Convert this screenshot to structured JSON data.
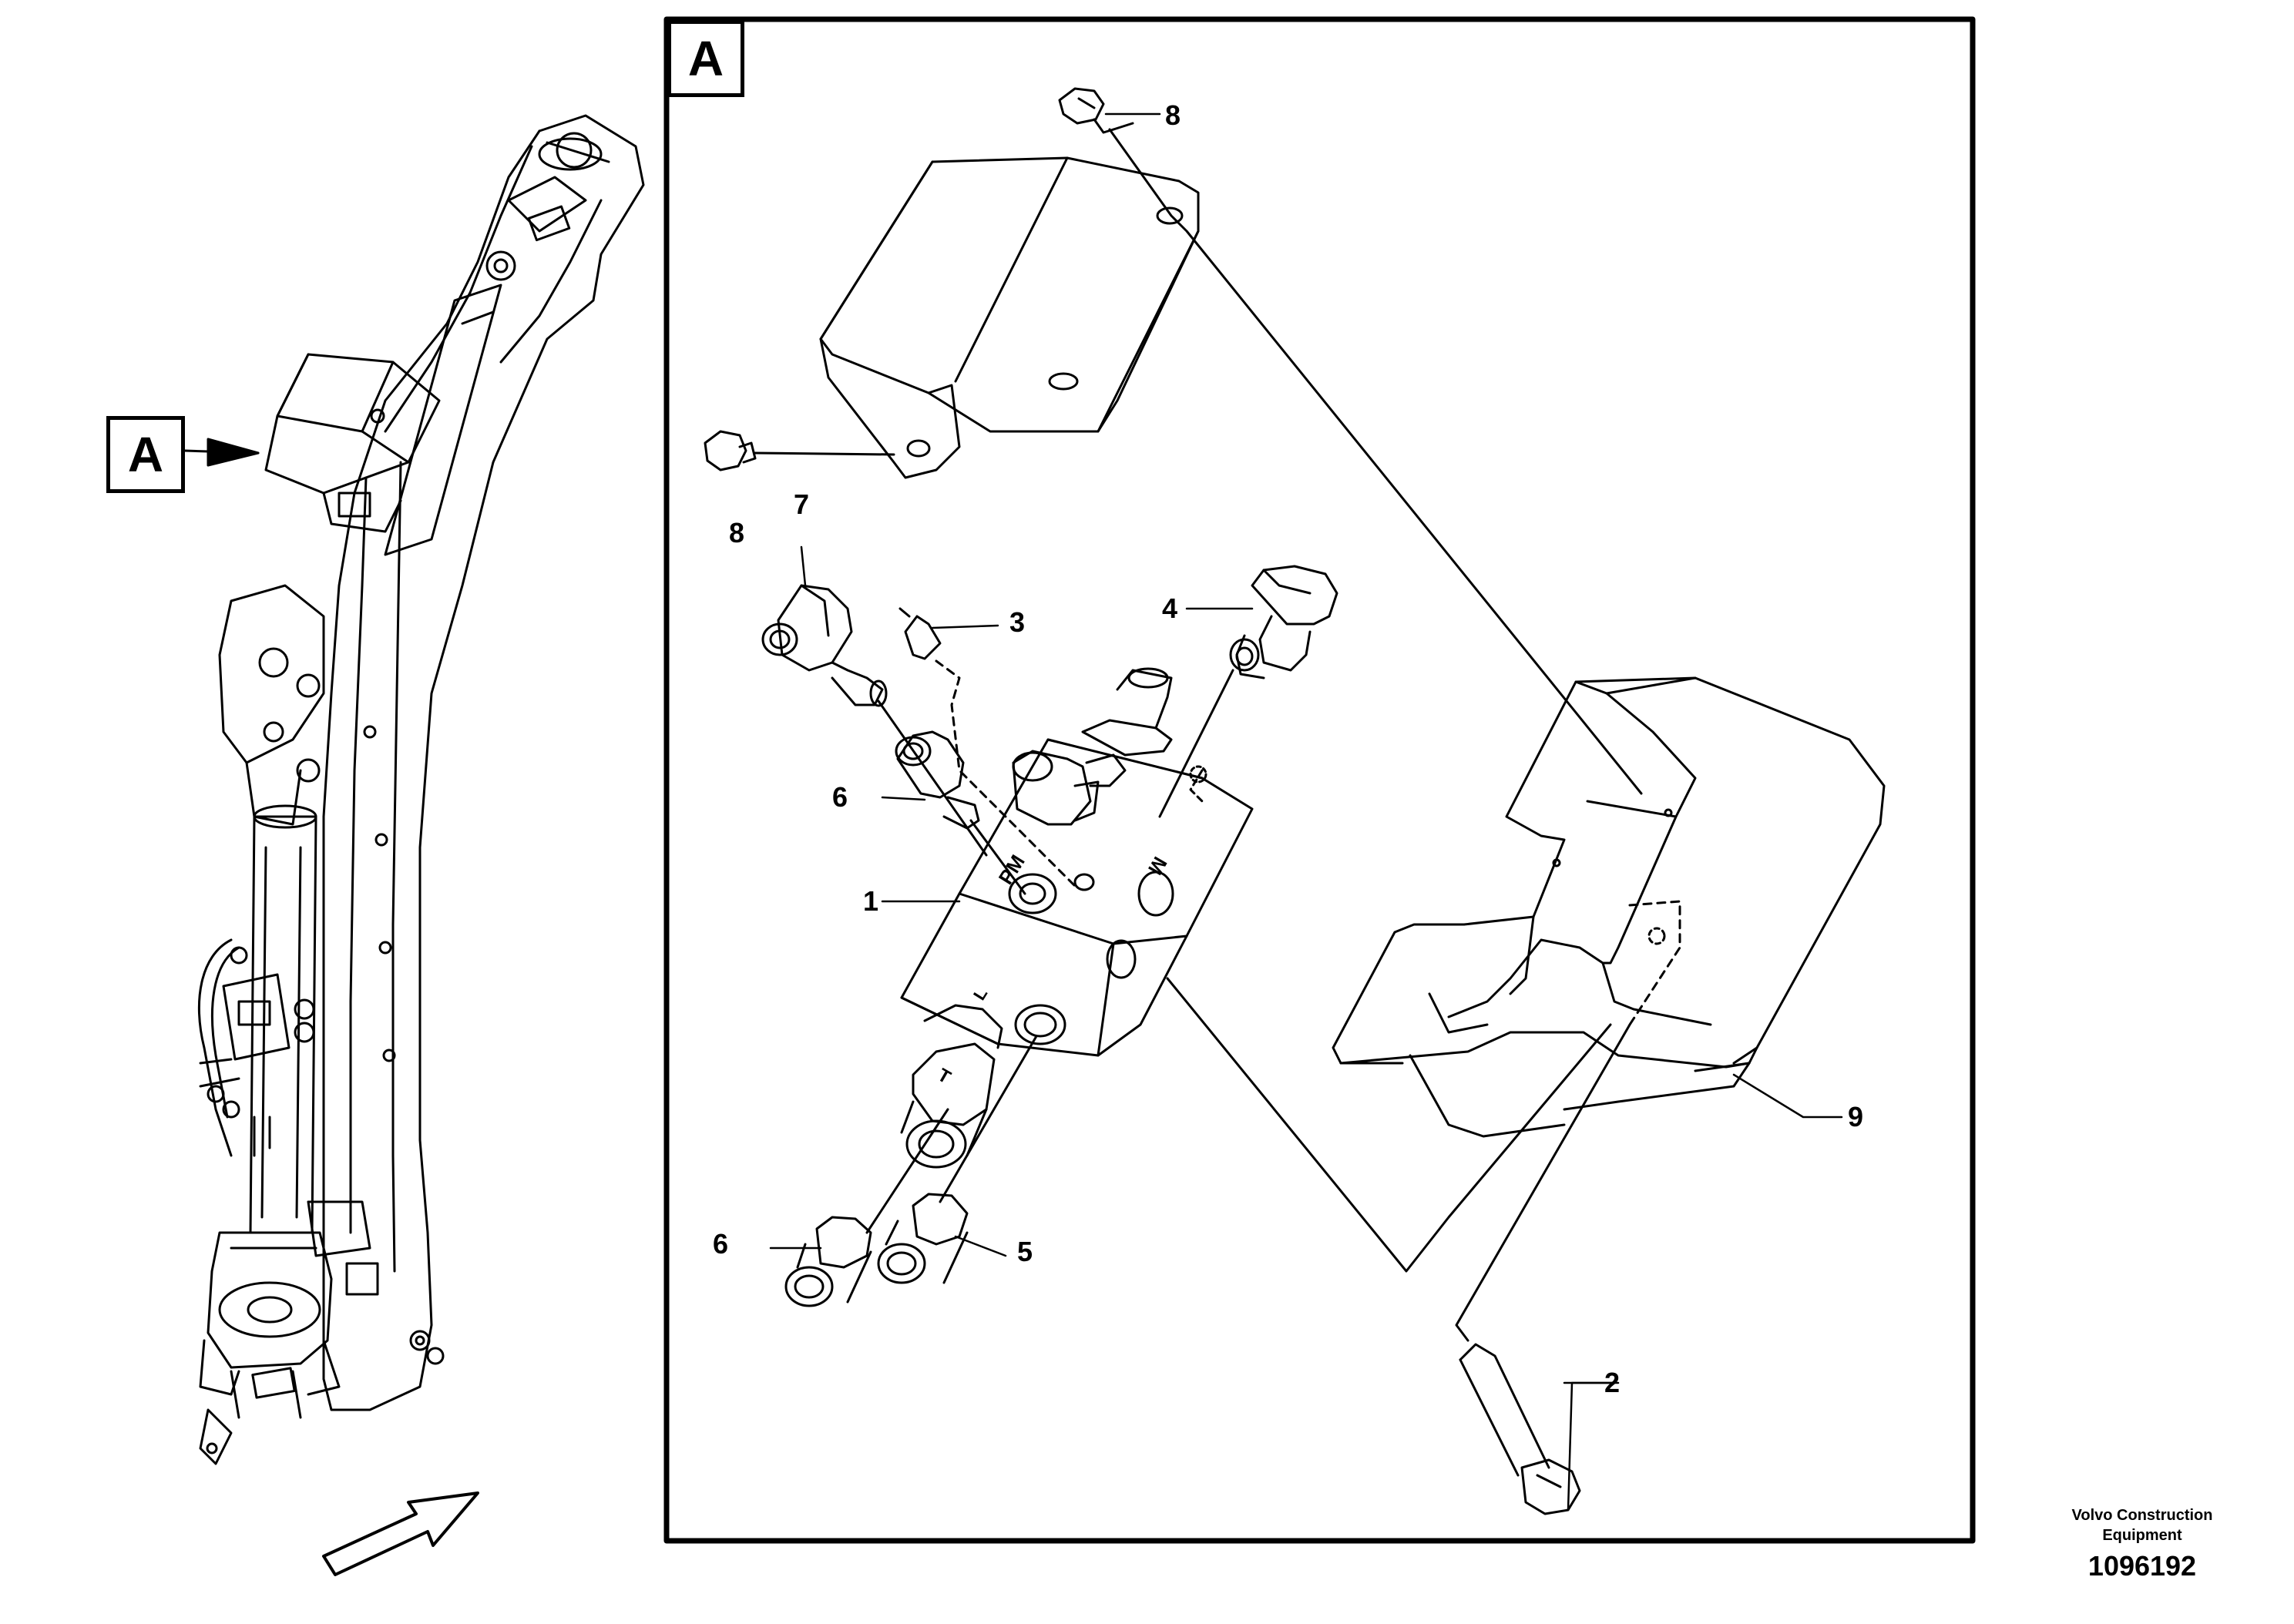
{
  "view_ref": "A",
  "inset_ref": "A",
  "callouts": [
    {
      "id": "1",
      "text": "1"
    },
    {
      "id": "2",
      "text": "2"
    },
    {
      "id": "3",
      "text": "3"
    },
    {
      "id": "4",
      "text": "4"
    },
    {
      "id": "5",
      "text": "5"
    },
    {
      "id": "6a",
      "text": "6"
    },
    {
      "id": "6b",
      "text": "6"
    },
    {
      "id": "7",
      "text": "7"
    },
    {
      "id": "8a",
      "text": "8"
    },
    {
      "id": "8b",
      "text": "8"
    },
    {
      "id": "9",
      "text": "9"
    }
  ],
  "valve_markings": {
    "pm": "PM",
    "m": "M",
    "t": "T",
    "l": "L"
  },
  "footer": {
    "brand_line1": "Volvo Construction",
    "brand_line2": "Equipment",
    "part_number": "1096192"
  }
}
